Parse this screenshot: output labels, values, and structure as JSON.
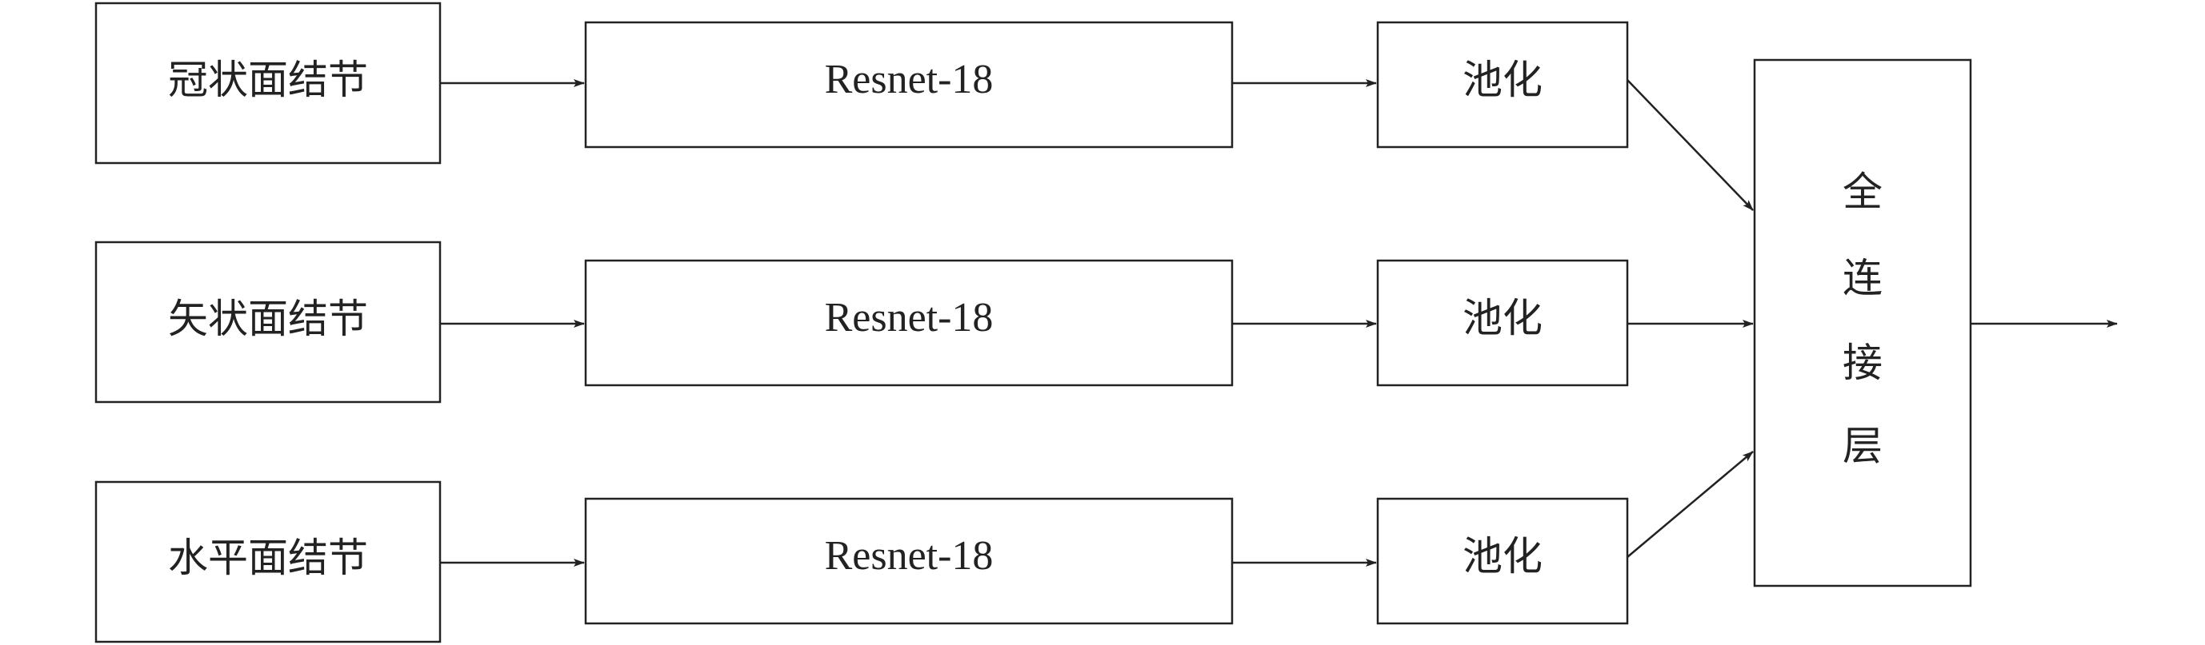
{
  "diagram": {
    "inputs": [
      {
        "label": "冠状面结节"
      },
      {
        "label": "矢状面结节"
      },
      {
        "label": "水平面结节"
      }
    ],
    "backbone_label": "Resnet-18",
    "pooling_label": "池化",
    "fc_chars": [
      "全",
      "连",
      "接",
      "层"
    ],
    "colors": {
      "stroke": "#222222",
      "background": "#ffffff"
    }
  }
}
